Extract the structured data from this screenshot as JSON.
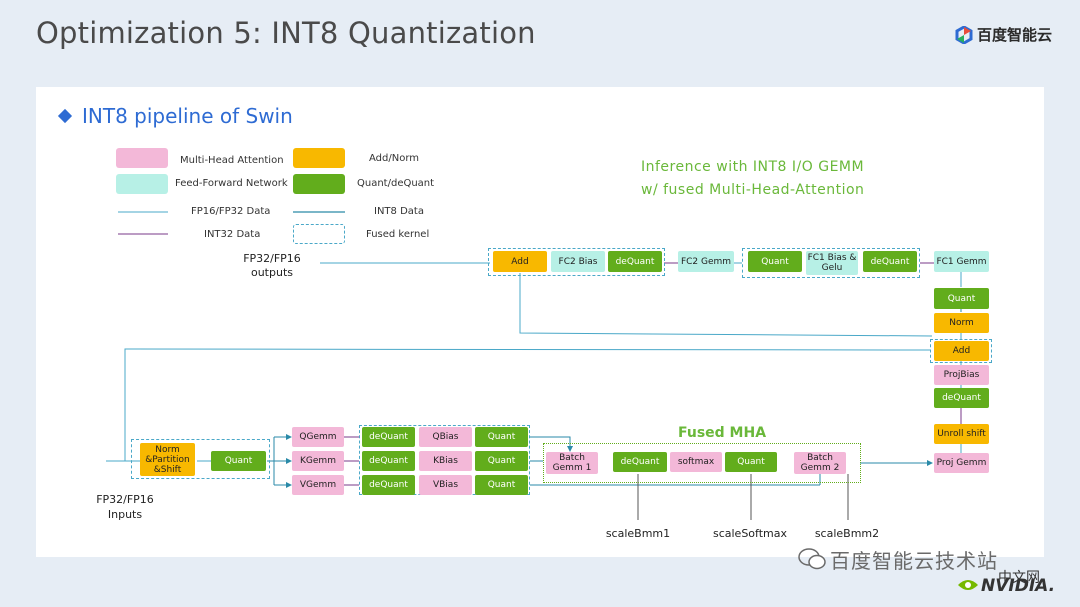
{
  "slide": {
    "title": "Optimization 5: INT8 Quantization"
  },
  "logo": {
    "text": "百度智能云"
  },
  "section": {
    "heading": "INT8 pipeline of Swin"
  },
  "legend": {
    "mha": "Multi-Head Attention",
    "ffn": "Feed-Forward Network",
    "add_norm": "Add/Norm",
    "quant_dequant": "Quant/deQuant",
    "fp_data": "FP16/FP32 Data",
    "int8_data": "INT8 Data",
    "int32_data": "INT32 Data",
    "fused_kernel": "Fused kernel"
  },
  "annotation": {
    "line1": "Inference with INT8 I/O GEMM",
    "line2": "w/ fused Multi-Head-Attention"
  },
  "fused_mha_label": "Fused MHA",
  "io": {
    "outputs_line1": "FP32/FP16",
    "outputs_line2": "outputs",
    "inputs_line1": "FP32/FP16",
    "inputs_line2": "Inputs"
  },
  "nodes": {
    "add_top": "Add",
    "fc2_bias": "FC2 Bias",
    "dequant_top1": "deQuant",
    "fc2_gemm": "FC2 Gemm",
    "quant_top": "Quant",
    "fc1_bias_gelu": "FC1 Bias & Gelu",
    "dequant_top2": "deQuant",
    "fc1_gemm": "FC1 Gemm",
    "quant_right": "Quant",
    "norm_right": "Norm",
    "add_right": "Add",
    "proj_bias": "ProjBias",
    "dequant_right": "deQuant",
    "unroll_shift": "Unroll shift",
    "proj_gemm": "Proj Gemm",
    "norm_partition": "Norm &Partition &Shift",
    "quant_left": "Quant",
    "qgemm": "QGemm",
    "kgemm": "KGemm",
    "vgemm": "VGemm",
    "dequant_q": "deQuant",
    "dequant_k": "deQuant",
    "dequant_v": "deQuant",
    "qbias": "QBias",
    "kbias": "KBias",
    "vbias": "VBias",
    "quant_q": "Quant",
    "quant_k": "Quant",
    "quant_v": "Quant",
    "batch_gemm1": "Batch Gemm 1",
    "dequant_mha": "deQuant",
    "softmax": "softmax",
    "quant_mha": "Quant",
    "batch_gemm2": "Batch Gemm 2"
  },
  "scales": {
    "bmm1": "scaleBmm1",
    "softmax": "scaleSoftmax",
    "bmm2": "scaleBmm2"
  },
  "watermark": {
    "text": "百度智能云技术站",
    "site": "中文网",
    "brand": "NVIDIA."
  },
  "colors": {
    "mha": "#f3b8d8",
    "ffn": "#b7f0e6",
    "add_norm": "#f8b800",
    "quant": "#62ad1c",
    "fp_line": "#4aa8c8",
    "int8_line": "#2a8aa8",
    "int32_line": "#7a3a8a",
    "accent": "#2e6bd3",
    "annotation": "#6ab83a"
  }
}
